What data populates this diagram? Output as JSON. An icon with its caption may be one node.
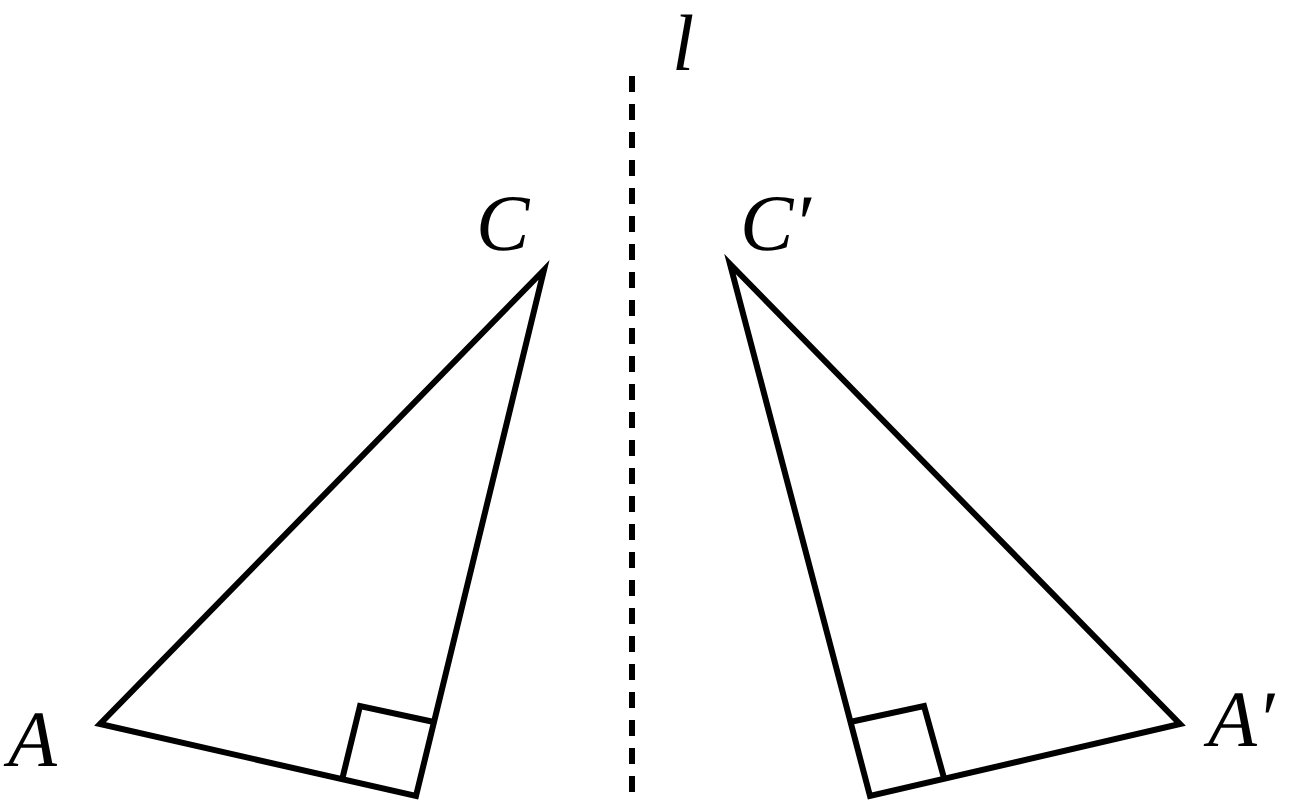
{
  "diagram": {
    "labels": [
      "l",
      "C",
      "C′",
      "A",
      "A′"
    ]
  }
}
